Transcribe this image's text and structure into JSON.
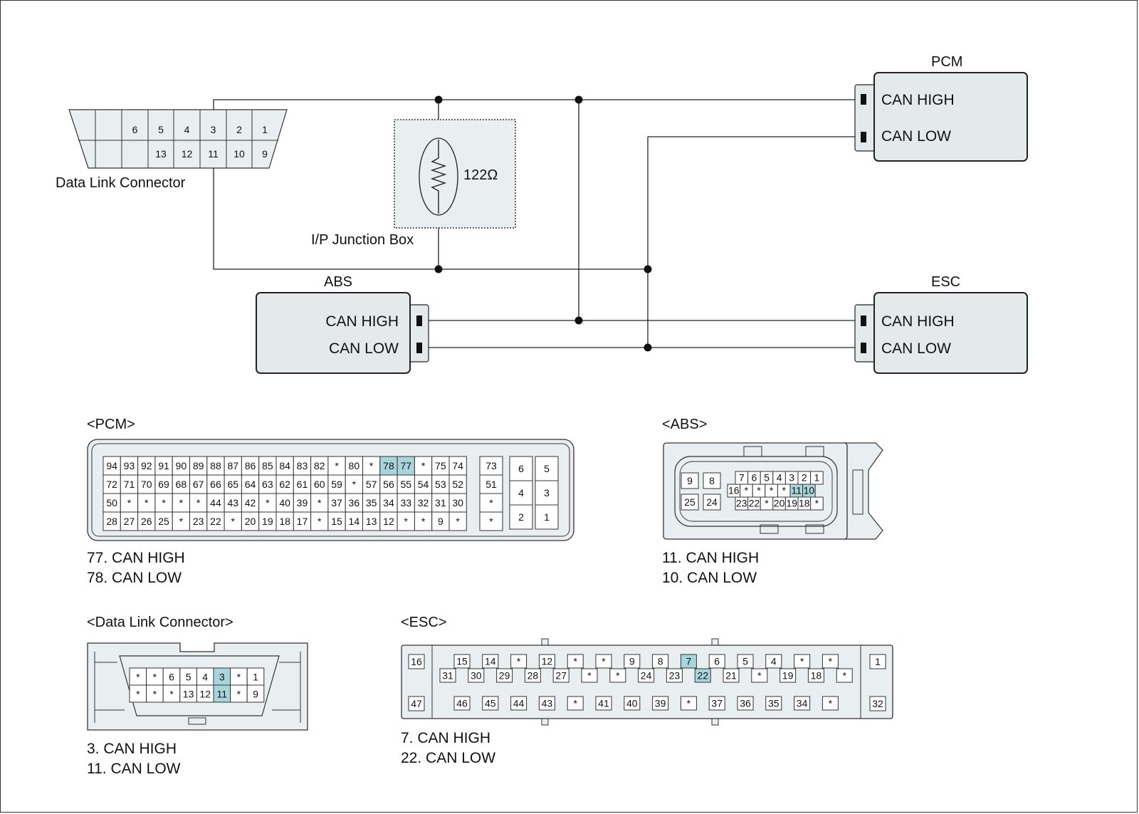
{
  "colors": {
    "module_fill": "#e4eaec",
    "connector_fill": "#e9eef0",
    "highlight": "#a8d4dc",
    "wire": "#222222"
  },
  "labels": {
    "pcm_title": "PCM",
    "esc_title": "ESC",
    "abs_title": "ABS",
    "can_high": "CAN HIGH",
    "can_low": "CAN LOW",
    "dlc_caption": "Data Link Connector",
    "junction_box": "I/P Junction Box",
    "resistor_value": "122Ω"
  },
  "dlc_schematic": {
    "row1": [
      "",
      "",
      "6",
      "5",
      "4",
      "3",
      "2",
      "1"
    ],
    "row2": [
      "",
      "",
      "",
      "13",
      "12",
      "11",
      "10",
      "9"
    ]
  },
  "connectors": {
    "pcm": {
      "title": "<PCM>",
      "main_rows": [
        [
          "94",
          "93",
          "92",
          "91",
          "90",
          "89",
          "88",
          "87",
          "86",
          "85",
          "84",
          "83",
          "82",
          "*",
          "80",
          "*",
          "78",
          "77",
          "*",
          "75",
          "74"
        ],
        [
          "72",
          "71",
          "70",
          "69",
          "68",
          "67",
          "66",
          "65",
          "64",
          "63",
          "62",
          "61",
          "60",
          "59",
          "*",
          "57",
          "56",
          "55",
          "54",
          "53",
          "52"
        ],
        [
          "50",
          "*",
          "*",
          "*",
          "*",
          "*",
          "44",
          "43",
          "42",
          "*",
          "40",
          "39",
          "*",
          "37",
          "36",
          "35",
          "34",
          "33",
          "32",
          "31",
          "30"
        ],
        [
          "28",
          "27",
          "26",
          "25",
          "*",
          "23",
          "22",
          "*",
          "20",
          "19",
          "18",
          "17",
          "*",
          "15",
          "14",
          "13",
          "12",
          "*",
          "*",
          "9",
          "*"
        ]
      ],
      "side_col": [
        "73",
        "51",
        "*",
        "*"
      ],
      "block_left": [
        "6",
        "4",
        "2"
      ],
      "block_right": [
        "5",
        "3",
        "1"
      ],
      "highlighted": [
        "78",
        "77"
      ],
      "legend": [
        "77. CAN HIGH",
        "78. CAN LOW"
      ]
    },
    "abs": {
      "title": "<ABS>",
      "big_pins": [
        [
          "9",
          "8"
        ],
        [
          "25",
          "24"
        ]
      ],
      "row1": [
        "7",
        "6",
        "5",
        "4",
        "3",
        "2",
        "1"
      ],
      "row2": [
        "16",
        "*",
        "*",
        "*",
        "*",
        "11",
        "10"
      ],
      "row3": [
        "23",
        "22",
        "*",
        "20",
        "19",
        "18",
        "*"
      ],
      "highlighted": [
        "11",
        "10"
      ],
      "legend": [
        "11. CAN HIGH",
        "10. CAN LOW"
      ]
    },
    "dlc": {
      "title": "<Data Link Connector>",
      "row1": [
        "*",
        "*",
        "6",
        "5",
        "4",
        "3",
        "*",
        "1"
      ],
      "row2": [
        "*",
        "*",
        "*",
        "13",
        "12",
        "11",
        "*",
        "9"
      ],
      "highlighted": [
        "3",
        "11"
      ],
      "legend": [
        "3. CAN HIGH",
        "11. CAN LOW"
      ]
    },
    "esc": {
      "title": "<ESC>",
      "left_pins": [
        "16",
        "47"
      ],
      "right_pins": [
        "1",
        "32"
      ],
      "row1": [
        "15",
        "14",
        "*",
        "12",
        "*",
        "*",
        "9",
        "8",
        "7",
        "6",
        "5",
        "4",
        "*",
        "*"
      ],
      "row2": [
        "31",
        "30",
        "29",
        "28",
        "27",
        "*",
        "*",
        "24",
        "23",
        "22",
        "21",
        "*",
        "19",
        "18",
        "*"
      ],
      "row3": [
        "46",
        "45",
        "44",
        "43",
        "*",
        "41",
        "40",
        "39",
        "*",
        "37",
        "36",
        "35",
        "34",
        "*"
      ],
      "highlighted": [
        "7",
        "22"
      ],
      "legend": [
        "7. CAN HIGH",
        "22. CAN LOW"
      ]
    }
  }
}
